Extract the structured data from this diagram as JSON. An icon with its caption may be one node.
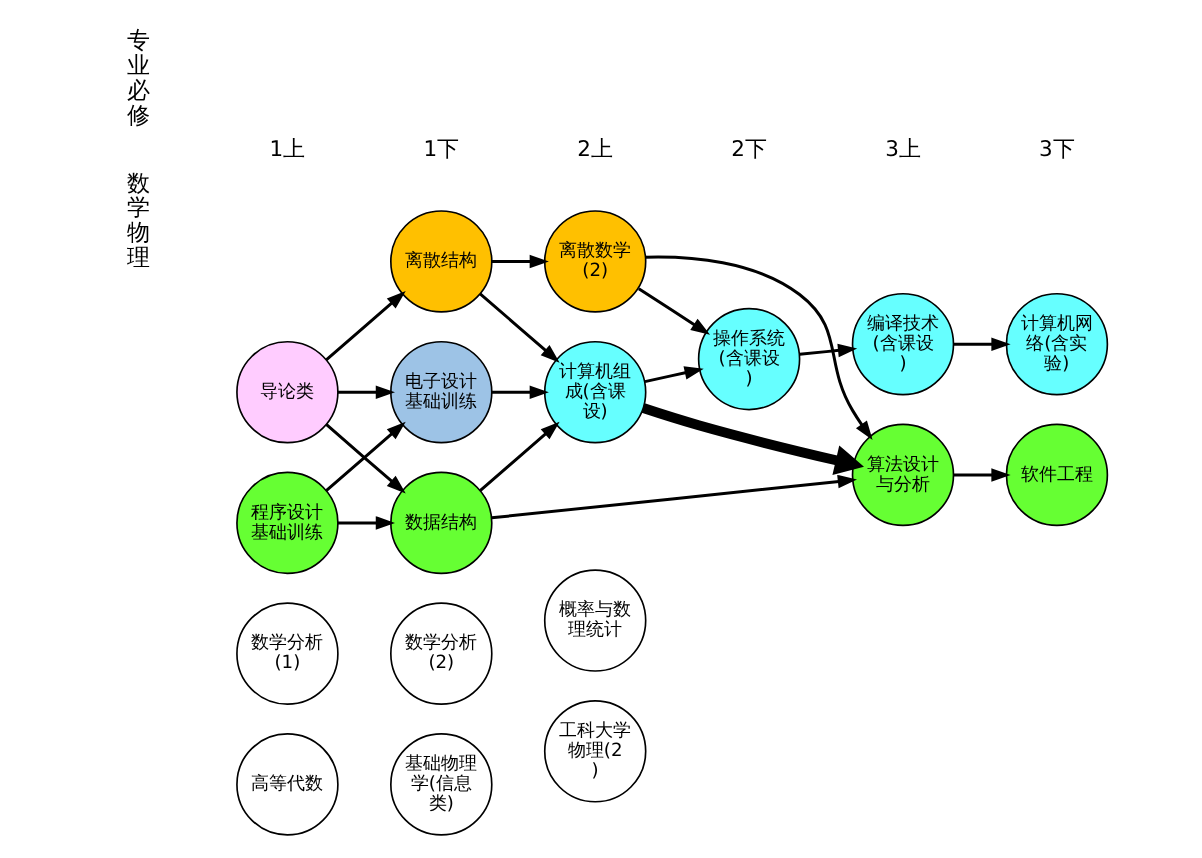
{
  "diagram": {
    "nodes": [
      {
        "text": [
          "导论类"
        ]
      },
      {
        "text": [
          "程序设计基础训练"
        ]
      },
      {
        "text": [
          "电子设计基础训练"
        ]
      },
      {
        "text": [
          "离散结构"
        ]
      },
      {
        "text": [
          "数据结构"
        ]
      },
      {
        "text": [
          "计算机组成(含课设)"
        ]
      },
      {
        "text": [
          "离散数学(2)"
        ]
      },
      {
        "text": [
          "操作系统(含课设)"
        ]
      },
      {
        "text": [
          "编译技术(含课设)"
        ]
      },
      {
        "text": [
          "算法设计与分析"
        ]
      },
      {
        "text": [
          "计算机网络(含实验)"
        ]
      },
      {
        "text": [
          "软件工程"
        ]
      },
      {
        "text": [
          "数学分析(1)"
        ]
      },
      {
        "text": [
          "高等代数"
        ]
      },
      {
        "text": [
          "数学分析(2)"
        ]
      },
      {
        "text": [
          "基础物理学(信息类)"
        ]
      },
      {
        "text": [
          "概率与数理统计"
        ]
      },
      {
        "text": [
          "工科大学物理(2)"
        ]
      }
    ],
    "edges": [
      {
        "from": 0,
        "to": 2,
        "arrow": "to"
      },
      {
        "from": 0,
        "to": 3,
        "arrow": "to"
      },
      {
        "from": 0,
        "to": 4,
        "arrow": "to"
      },
      {
        "from": 1,
        "to": 2,
        "arrow": "to"
      },
      {
        "from": 1,
        "to": 4,
        "arrow": "to"
      },
      {
        "from": 2,
        "to": 5,
        "arrow": "to"
      },
      {
        "from": 3,
        "to": 5,
        "arrow": "to"
      },
      {
        "from": 3,
        "to": 6,
        "arrow": "to"
      },
      {
        "from": 4,
        "to": 5,
        "arrow": "to"
      },
      {
        "from": 4,
        "to": 9,
        "arrow": "to"
      },
      {
        "from": 5,
        "to": 7,
        "arrow": "to"
      },
      {
        "from": 5,
        "to": 9,
        "arrow": "to",
        "style": "thick"
      },
      {
        "from": 6,
        "to": 7,
        "arrow": "to"
      },
      {
        "from": 6,
        "to": 9,
        "arrow": "to"
      },
      {
        "from": 7,
        "to": 8,
        "arrow": "to"
      },
      {
        "from": 8,
        "to": 10,
        "arrow": "to"
      },
      {
        "from": 9,
        "to": 11,
        "arrow": "to"
      }
    ],
    "labels": [
      "1上",
      "1下",
      "2上",
      "2下",
      "3上",
      "3下",
      "专业必修",
      "数学物理"
    ]
  }
}
